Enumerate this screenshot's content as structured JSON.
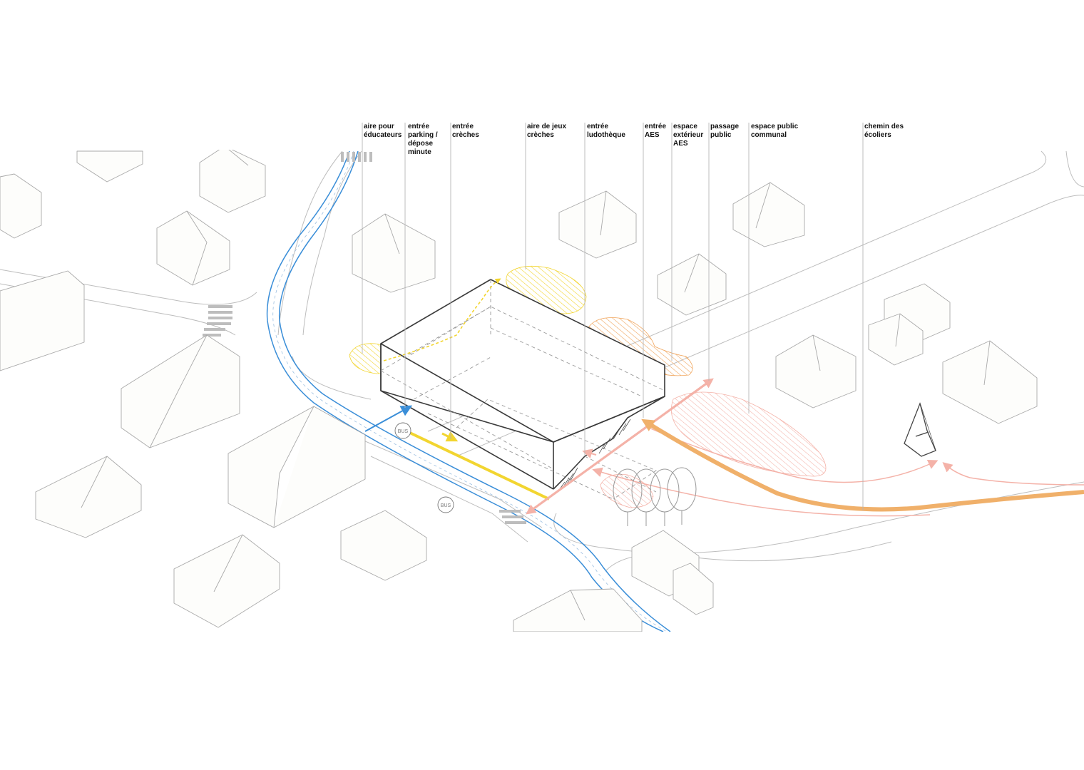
{
  "labels": {
    "aire_educateurs": "aire pour\néducateurs",
    "entree_parking": "entrée\nparking /\ndépose\nminute",
    "entree_creches": "entrée\ncrèches",
    "aire_jeux": "aire de jeux\ncrèches",
    "entree_ludotheque": "entrée\nludothèque",
    "entree_aes": "entrée\nAES",
    "espace_ext_aes": "espace\nextérieur\nAES",
    "passage_public": "passage\npublic",
    "espace_public": "espace public\ncommunal",
    "chemin_ecoliers": "chemin des\nécoliers"
  },
  "bus_stops": [
    "BUS",
    "BUS"
  ],
  "colors": {
    "yellow": "#f2d530",
    "orange": "#f0b06a",
    "salmon": "#f4b2a8",
    "blue": "#3a8ed8",
    "building": "#3a3a3a",
    "house_stroke": "#a9a9a9"
  },
  "icons": [
    "a-frame-sculpture-icon",
    "tree-icon",
    "crosswalk-icon",
    "arrow-icon"
  ]
}
